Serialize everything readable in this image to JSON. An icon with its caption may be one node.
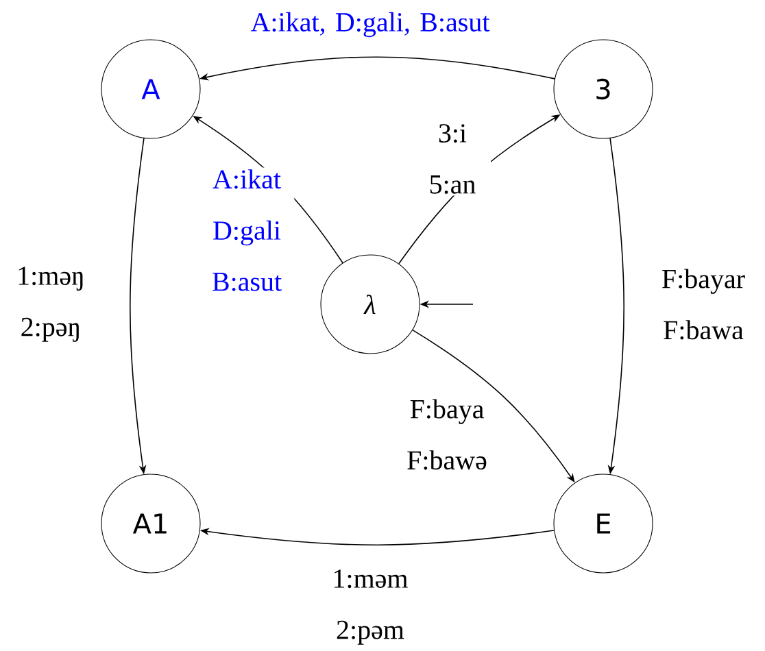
{
  "diagram": {
    "nodes": [
      {
        "text": [
          "A"
        ]
      },
      {
        "text": [
          "3"
        ]
      },
      {
        "text": [
          "λ"
        ]
      },
      {
        "text": [
          "A1"
        ]
      },
      {
        "text": [
          "E"
        ]
      }
    ],
    "edges": [
      {
        "from": 1,
        "to": 0,
        "arrow": "to",
        "label": "A:ikat, D:gali, B:asut"
      },
      {
        "from": 2,
        "to": 0,
        "arrow": "to",
        "label": "A:ikat D:gali B:asut"
      },
      {
        "from": 2,
        "to": 1,
        "arrow": "to",
        "label": "3:i 5:an"
      },
      {
        "from": 0,
        "to": 3,
        "arrow": "to",
        "label": "1:məŋ 2:pəŋ"
      },
      {
        "from": 1,
        "to": 4,
        "arrow": "to",
        "label": "F:bayar F:bawa"
      },
      {
        "from": 2,
        "to": 4,
        "arrow": "to",
        "label": "F:baya F:bawə"
      },
      {
        "from": 4,
        "to": 3,
        "arrow": "to",
        "label": "1:məm 2:pəm"
      },
      {
        "from": null,
        "to": 2,
        "arrow": "to"
      }
    ]
  }
}
